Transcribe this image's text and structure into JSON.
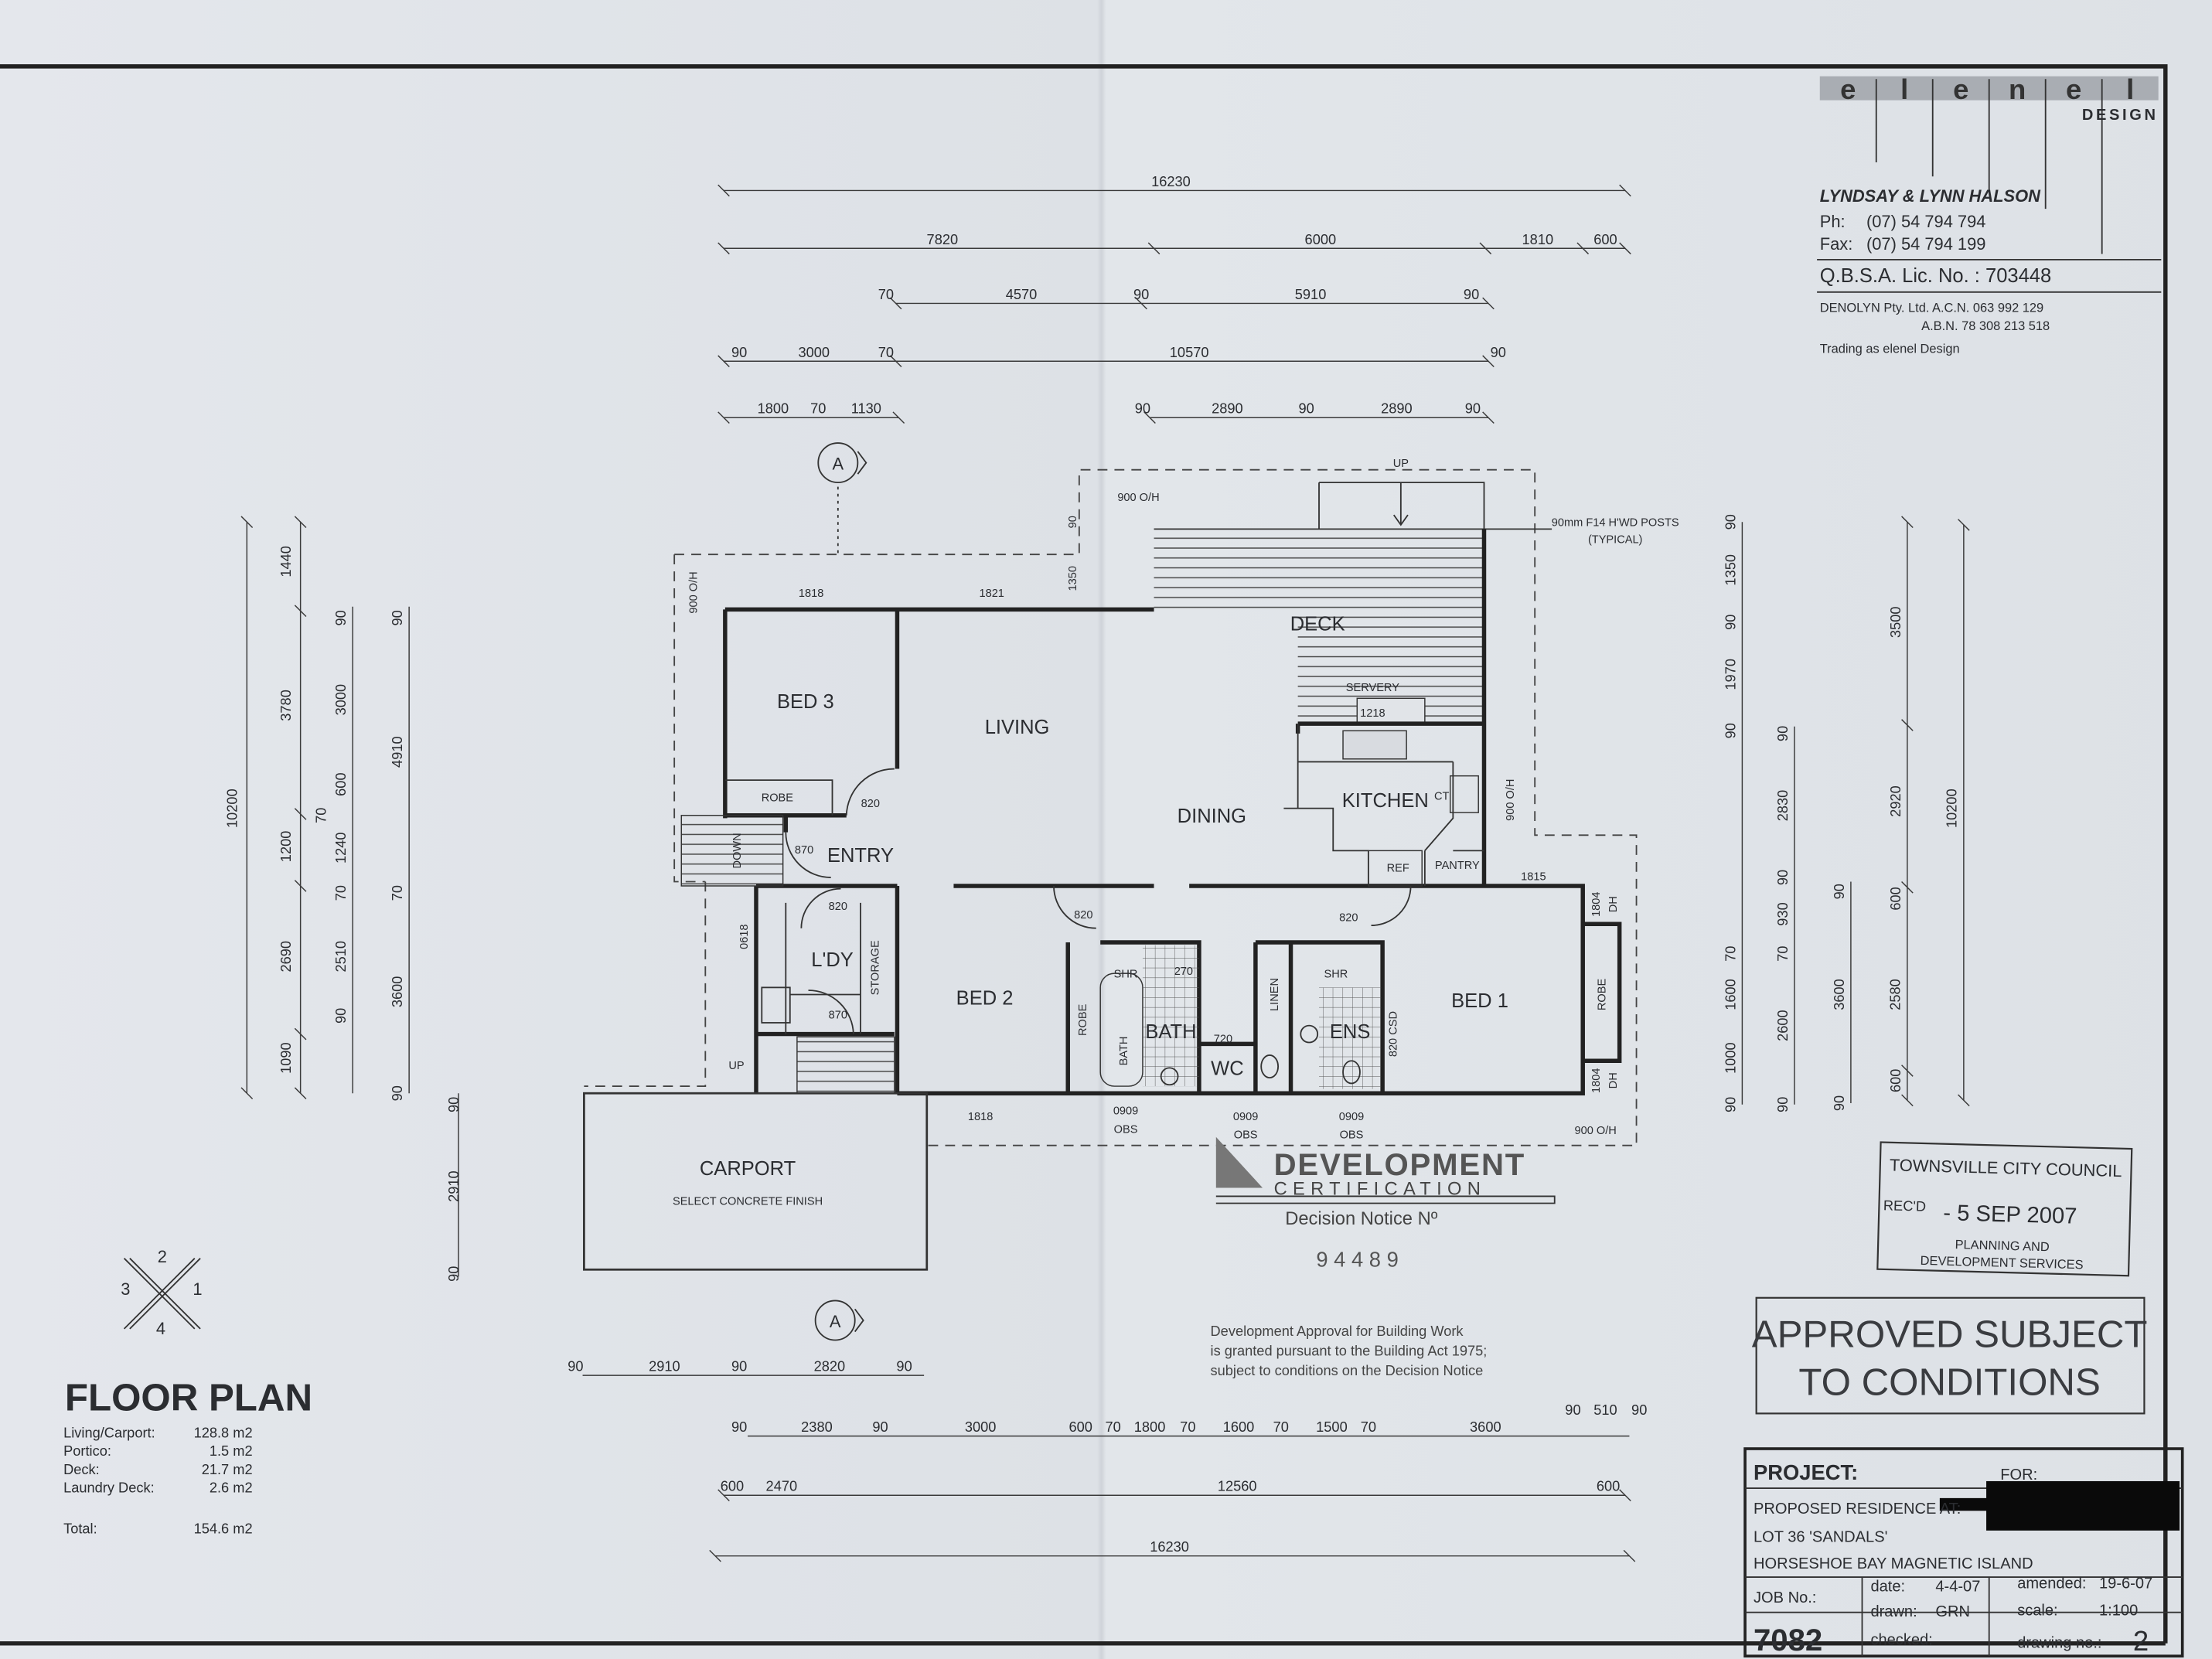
{
  "firm": {
    "logo_letters": [
      "e",
      "l",
      "e",
      "n",
      "e",
      "l"
    ],
    "logo_sub": "DESIGN",
    "client": "LYNDSAY & LYNN HALSON",
    "phone_label": "Ph:",
    "phone": "(07) 54 794 794",
    "fax_label": "Fax:",
    "fax": "(07) 54 794 199",
    "qbsa": "Q.B.S.A. Lic. No. :  703448",
    "company": "DENOLYN Pty. Ltd.  A.C.N. 063 992 129",
    "abn": "A.B.N. 78 308 213 518",
    "trading": "Trading as elenel Design"
  },
  "title_block": {
    "project_label": "PROJECT:",
    "for_label": "FOR:",
    "residence_label": "PROPOSED RESIDENCE AT:",
    "lot": "LOT 36  'SANDALS'",
    "location": "HORSESHOE BAY MAGNETIC ISLAND",
    "job_label": "JOB No.:",
    "job_no": "7082",
    "date_label": "date:",
    "date": "4-4-07",
    "drawn_label": "drawn:",
    "drawn": "GRN",
    "checked_label": "checked:",
    "amended_label": "amended:",
    "amended": "19-6-07",
    "scale_label": "scale:",
    "scale": "1:100",
    "drawing_label": "drawing no.:",
    "drawing_no": "2"
  },
  "floor_plan": {
    "title": "FLOOR PLAN",
    "areas": [
      {
        "label": "Living/Carport:",
        "value": "128.8 m2"
      },
      {
        "label": "Portico:",
        "value": "1.5 m2"
      },
      {
        "label": "Deck:",
        "value": "21.7 m2"
      },
      {
        "label": "Laundry Deck:",
        "value": "2.6 m2"
      }
    ],
    "total": {
      "label": "Total:",
      "value": "154.6 m2"
    }
  },
  "rooms": {
    "bed3": "BED 3",
    "living": "LIVING",
    "dining": "DINING",
    "kitchen": "KITCHEN",
    "deck": "DECK",
    "servery": "SERVERY",
    "entry": "ENTRY",
    "laundry": "L'DY",
    "storage": "STORAGE",
    "bed2": "BED 2",
    "bath": "BATH",
    "bath_tub": "BATH",
    "wc": "WC",
    "linen": "LINEN",
    "ens": "ENS",
    "bed1": "BED 1",
    "pantry": "PANTRY",
    "robe": "ROBE",
    "shr": "SHR",
    "carport": "CARPORT",
    "carport_note": "SELECT CONCRETE FINISH",
    "ref": "REF",
    "ct": "CT"
  },
  "annotations": {
    "servery_width": "1218",
    "door_820": "820",
    "door_870": "870",
    "door_270": "270",
    "door_720": "720",
    "door_820_csd": "820 CSD",
    "win_1818": "1818",
    "win_1821": "1821",
    "win_0909": "0909",
    "obs": "OBS",
    "win_1815": "1815",
    "win_1804": "1804",
    "dh": "DH",
    "win_0618": "0618",
    "overhang": "900 O/H",
    "up": "UP",
    "down": "DOWN",
    "dim_1350": "1350",
    "dim_90": "90",
    "posts": "90mm F14 H'WD POSTS",
    "posts_typ": "(TYPICAL)",
    "section": "A",
    "compass": [
      "1",
      "2",
      "3",
      "4"
    ]
  },
  "dimensions": {
    "top": [
      [
        "16230"
      ],
      [
        "7820",
        "6000",
        "1810",
        "600"
      ],
      [
        "70",
        "4570",
        "90",
        "5910",
        "90"
      ],
      [
        "90",
        "3000",
        "70",
        "10570",
        "90"
      ],
      [
        "1800",
        "70",
        "1130",
        "90",
        "2890",
        "90",
        "2890",
        "90"
      ]
    ],
    "bottom": [
      [
        "90",
        "2910",
        "90",
        "2820",
        "90"
      ],
      [
        "90",
        "2380",
        "90",
        "3000",
        "600",
        "70",
        "1800",
        "70",
        "1600",
        "70",
        "1500",
        "70",
        "3600"
      ],
      [
        "90",
        "510",
        "90"
      ],
      [
        "600",
        "2470",
        "12560",
        "600"
      ],
      [
        "16230"
      ]
    ],
    "left": [
      [
        "10200"
      ],
      [
        "1440",
        "3780",
        "1200",
        "2690",
        "1090"
      ],
      [
        "90",
        "3000",
        "70",
        "600",
        "1240",
        "70",
        "2510",
        "90"
      ],
      [
        "90",
        "4910",
        "70",
        "3600",
        "90"
      ],
      [
        "90",
        "2910",
        "90"
      ]
    ],
    "right": [
      [
        "90",
        "1350",
        "90",
        "1970",
        "90",
        "70",
        "1600",
        "1000",
        "90"
      ],
      [
        "90",
        "2830",
        "90",
        "930",
        "70",
        "2600",
        "90"
      ],
      [
        "90",
        "3600",
        "90"
      ],
      [
        "3500",
        "2920",
        "600",
        "2580",
        "600"
      ],
      [
        "10200"
      ]
    ]
  },
  "stamps": {
    "approved_line1": "APPROVED SUBJECT",
    "approved_line2": "TO CONDITIONS",
    "council": "TOWNSVILLE CITY COUNCIL",
    "recd_label": "REC'D",
    "recd_date": "- 5 SEP 2007",
    "dept_line1": "PLANNING AND",
    "dept_line2": "DEVELOPMENT SERVICES",
    "cert_title": "DEVELOPMENT",
    "cert_sub": "CERTIFICATION",
    "decision_label": "Decision Notice Nº",
    "decision_no": "9 4 4 8 9",
    "approval_text": [
      "Development Approval for Building Work",
      "is granted pursuant to the Building Act 1975;",
      "subject to conditions on the Decision Notice"
    ]
  }
}
